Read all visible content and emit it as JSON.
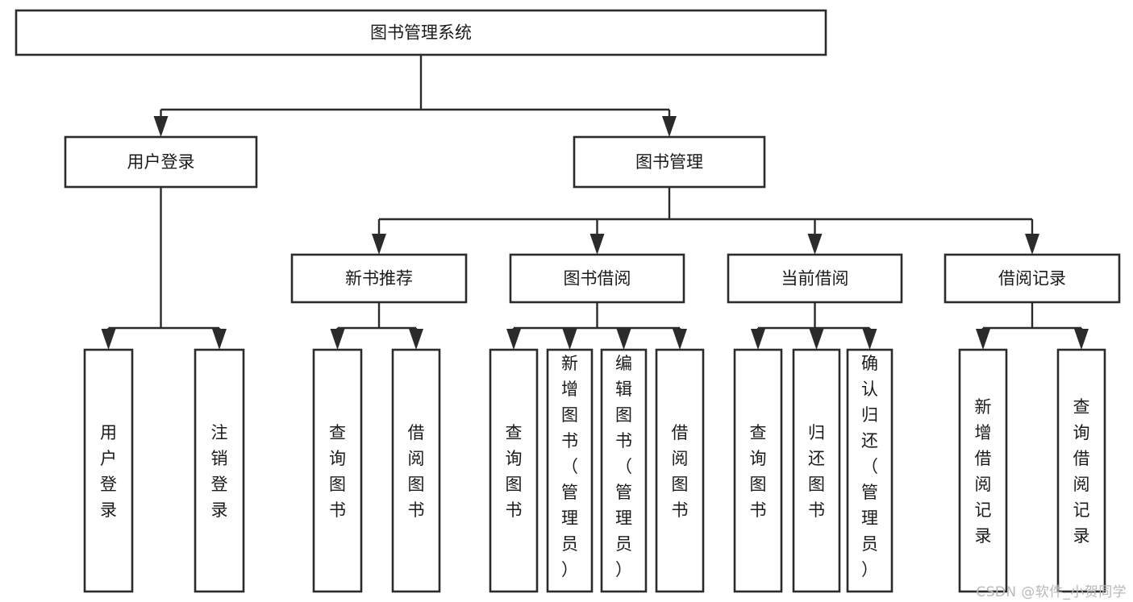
{
  "diagram": {
    "type": "tree",
    "title": "图书管理系统",
    "watermark": "CSDN @软件_小贺同学",
    "levels": [
      {
        "level": 1,
        "nodes": [
          {
            "id": "root",
            "label": "图书管理系统",
            "orientation": "horizontal"
          }
        ]
      },
      {
        "level": 2,
        "nodes": [
          {
            "id": "login",
            "label": "用户登录",
            "orientation": "horizontal",
            "parent": "root"
          },
          {
            "id": "bookmgmt",
            "label": "图书管理",
            "orientation": "horizontal",
            "parent": "root"
          }
        ]
      },
      {
        "level": 3,
        "nodes": [
          {
            "id": "newbook",
            "label": "新书推荐",
            "orientation": "horizontal",
            "parent": "bookmgmt"
          },
          {
            "id": "borrow",
            "label": "图书借阅",
            "orientation": "horizontal",
            "parent": "bookmgmt"
          },
          {
            "id": "current",
            "label": "当前借阅",
            "orientation": "horizontal",
            "parent": "bookmgmt"
          },
          {
            "id": "records",
            "label": "借阅记录",
            "orientation": "horizontal",
            "parent": "bookmgmt"
          }
        ]
      },
      {
        "level": 4,
        "nodes": [
          {
            "id": "leaf-1",
            "label": "用户登录",
            "orientation": "vertical",
            "parent": "login"
          },
          {
            "id": "leaf-2",
            "label": "注销登录",
            "orientation": "vertical",
            "parent": "login"
          },
          {
            "id": "leaf-3",
            "label": "查询图书",
            "orientation": "vertical",
            "parent": "newbook"
          },
          {
            "id": "leaf-4",
            "label": "借阅图书",
            "orientation": "vertical",
            "parent": "newbook"
          },
          {
            "id": "leaf-5",
            "label": "查询图书",
            "orientation": "vertical",
            "parent": "borrow"
          },
          {
            "id": "leaf-6",
            "label": "新增图书（管理员）",
            "orientation": "vertical",
            "parent": "borrow"
          },
          {
            "id": "leaf-7",
            "label": "编辑图书（管理员）",
            "orientation": "vertical",
            "parent": "borrow"
          },
          {
            "id": "leaf-8",
            "label": "借阅图书",
            "orientation": "vertical",
            "parent": "borrow"
          },
          {
            "id": "leaf-9",
            "label": "查询图书",
            "orientation": "vertical",
            "parent": "current"
          },
          {
            "id": "leaf-10",
            "label": "归还图书",
            "orientation": "vertical",
            "parent": "current"
          },
          {
            "id": "leaf-11",
            "label": "确认归还（管理员）",
            "orientation": "vertical",
            "parent": "current"
          },
          {
            "id": "leaf-12",
            "label": "新增借阅记录",
            "orientation": "vertical",
            "parent": "records"
          },
          {
            "id": "leaf-13",
            "label": "查询借阅记录",
            "orientation": "vertical",
            "parent": "records"
          }
        ]
      }
    ],
    "colors": {
      "box_fill": "#ffffff",
      "box_stroke": "#2b2b2b",
      "text": "#1b1b1b",
      "background": "#ffffff",
      "watermark": "#b9b9b9"
    }
  }
}
